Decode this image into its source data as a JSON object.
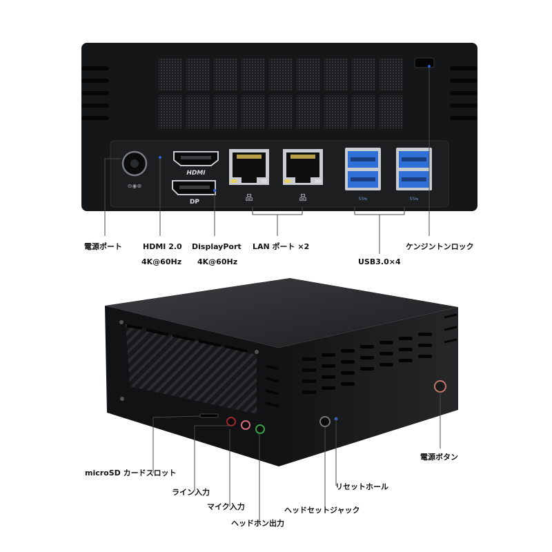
{
  "device": {
    "hdmi_logo": "HDMI",
    "dp_label": "DP"
  },
  "labels": {
    "power_port": "電源ポート",
    "hdmi_line1": "HDMI 2.0",
    "hdmi_line2": "4K@60Hz",
    "dp_line1": "DisplayPort",
    "dp_line2": "4K@60Hz",
    "lan": "LAN ポート ×2",
    "usb": "USB3.0×4",
    "kensington": "ケンジントンロック",
    "power_button": "電源ボタン",
    "microsd": "microSD カードスロット",
    "line_in": "ライン入力",
    "mic_in": "マイク入力",
    "headphone_out": "ヘッドホン出力",
    "headset_jack": "ヘッドセットジャック",
    "reset_hole": "リセットホール"
  },
  "colors": {
    "body": "#151617",
    "body_light": "#2a2b2d",
    "port_metal": "#c9ccd0",
    "usb_blue": "#2f6fd8",
    "leader": "#4a4a4a",
    "mic_pink": "#d86a7a",
    "line_red": "#a02828",
    "headphone_green": "#3fa04a"
  }
}
